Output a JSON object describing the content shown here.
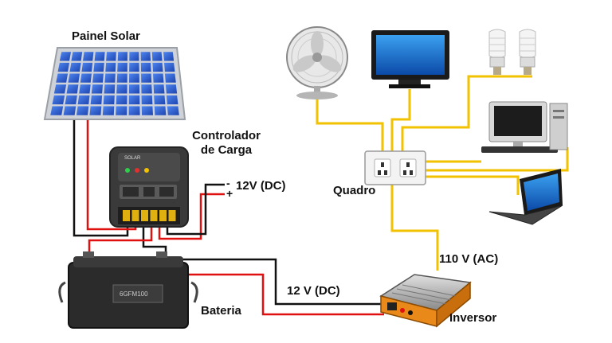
{
  "labels": {
    "solar_panel": "Painel Solar",
    "controller_line1": "Controlador",
    "controller_line2": "de Carga",
    "dc_output": "12V (DC)",
    "minus_sign": "-",
    "plus_sign": "+",
    "switchboard": "Quadro",
    "ac_line": "110 V (AC)",
    "dc_line": "12 V (DC)",
    "battery": "Bateria",
    "inverter": "Inversor"
  },
  "device_print": {
    "controller_brand": "SOLAR",
    "battery_model": "6GFM100"
  },
  "colors": {
    "positive_wire": "#e01010",
    "negative_wire": "#111111",
    "ac_wire": "#f2c200",
    "panel_cell": "#2f5fd0",
    "panel_frame": "#cfd3d8",
    "controller_body": "#3a3a3a",
    "battery_body": "#2b2b2b",
    "inverter_body": "#e8891a"
  },
  "icons": [
    "solar-panel",
    "charge-controller",
    "battery",
    "inverter",
    "switchboard",
    "fan",
    "television",
    "light-bulb",
    "light-bulb",
    "desktop-computer",
    "laptop"
  ]
}
